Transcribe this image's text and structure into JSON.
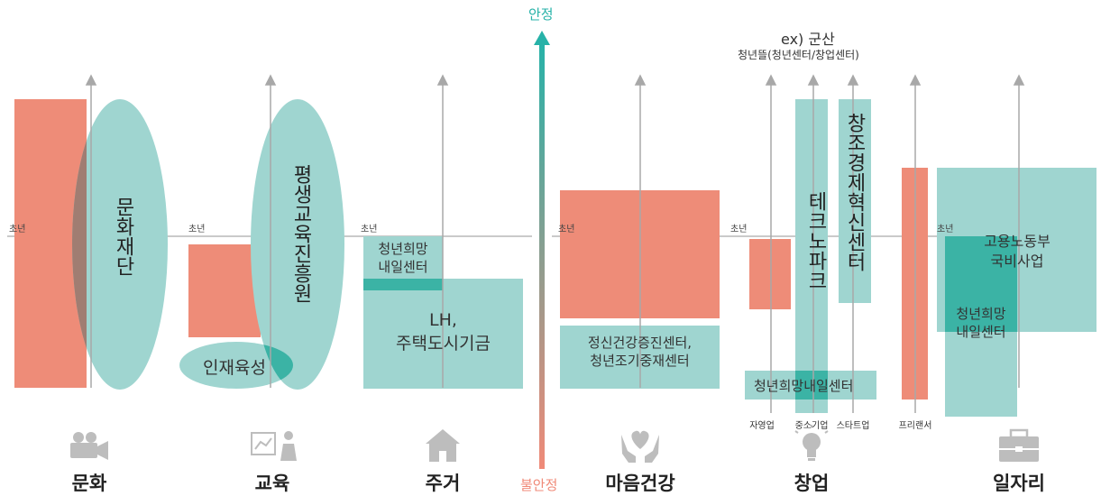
{
  "axis": {
    "top_label": "안정",
    "bottom_label": "불안정"
  },
  "colors": {
    "salmon": "#ee8c78",
    "teal": "#9fd5d0",
    "teal_dark": "#3bb3a5",
    "axis": "#a8a8a8"
  },
  "origin_label": "초년",
  "categories": {
    "culture": "문화",
    "education": "교육",
    "housing": "주거",
    "mental": "마음건강",
    "startup": "창업",
    "jobs": "일자리"
  },
  "culture": {
    "foundation": "문화재단"
  },
  "education": {
    "promotion": "평생교육진흥원",
    "talent": "인재육성"
  },
  "housing": {
    "hope_center": [
      "청년희망",
      "내일센터"
    ],
    "lh": [
      "LH,",
      "주택도시기금"
    ]
  },
  "mental": {
    "center": [
      "정신건강증진센터,",
      "청년조기중재센터"
    ]
  },
  "startup": {
    "example": "ex) 군산",
    "example_sub": "청년뜰(청년센터/창업센터)",
    "technopark": "테크노파크",
    "creative": "창조경제혁신센터",
    "hope_center": "청년희망내일센터",
    "self_employed": "자영업",
    "sme": "중소기업",
    "startups": "스타트업",
    "freelancer": "프리랜서"
  },
  "jobs": {
    "ministry": [
      "고용노동부",
      "국비사업"
    ],
    "hope_center": [
      "청년희망",
      "내일센터"
    ]
  },
  "icons": [
    "camera-icon",
    "teaching-icon",
    "house-icon",
    "heart-hands-icon",
    "lightbulb-icon",
    "briefcase-icon"
  ]
}
